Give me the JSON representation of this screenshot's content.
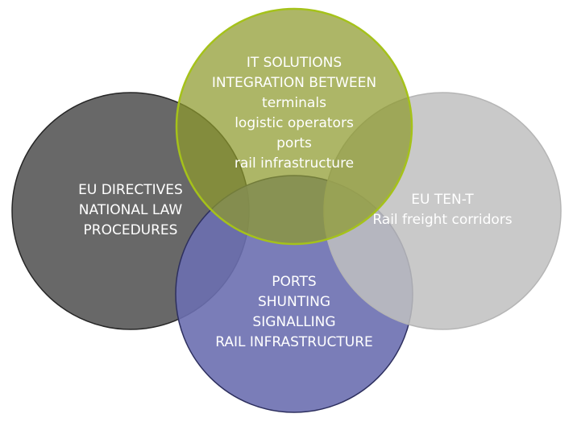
{
  "diagram": {
    "circles": [
      {
        "id": "regulation",
        "fill": "#5b5b5b",
        "stroke": "#262626",
        "lines": [
          "EU DIRECTIVES",
          "NATIONAL LAW",
          "PROCEDURES"
        ]
      },
      {
        "id": "infrastructure",
        "fill": "#6c6fb0",
        "stroke": "#2d2f5e",
        "lines": [
          "PORTS",
          "SHUNTING",
          "SIGNALLING",
          "RAIL INFRASTRUCTURE"
        ]
      },
      {
        "id": "corridors",
        "fill": "#c0c0c0",
        "stroke": "#b5b5b5",
        "lines": [
          "EU TEN-T",
          "Rail freight corridors"
        ]
      },
      {
        "id": "it-solutions",
        "fill": "#8e9a2c",
        "stroke": "#a5c21a",
        "lines": [
          "IT SOLUTIONS",
          "INTEGRATION BETWEEN",
          "terminals",
          "logistic operators",
          "ports",
          "rail infrastructure"
        ]
      }
    ]
  }
}
